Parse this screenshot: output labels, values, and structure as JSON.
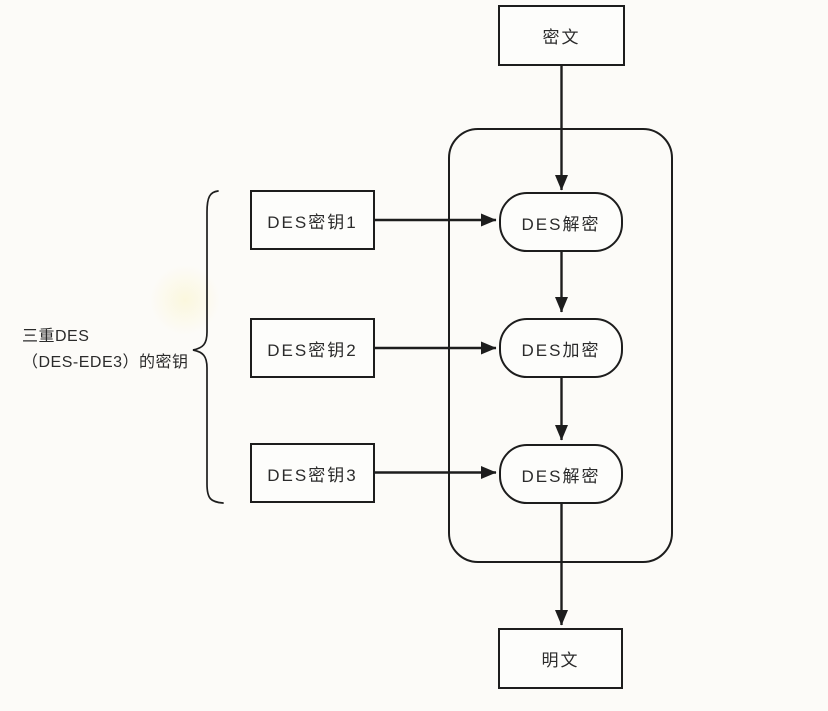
{
  "nodes": {
    "ciphertext": {
      "label": "密文"
    },
    "plaintext": {
      "label": "明文"
    },
    "key1": {
      "label": "DES密钥1"
    },
    "key2": {
      "label": "DES密钥2"
    },
    "key3": {
      "label": "DES密钥3"
    },
    "stage1": {
      "label": "DES解密"
    },
    "stage2": {
      "label": "DES加密"
    },
    "stage3": {
      "label": "DES解密"
    }
  },
  "brace_label": {
    "line1": "三重DES",
    "line2": "（DES-EDE3）的密钥"
  },
  "colors": {
    "stroke": "#1d1d1d",
    "background": "#fcfbf8",
    "box_fill": "#fdfdfb",
    "text": "#2b2b2b"
  }
}
